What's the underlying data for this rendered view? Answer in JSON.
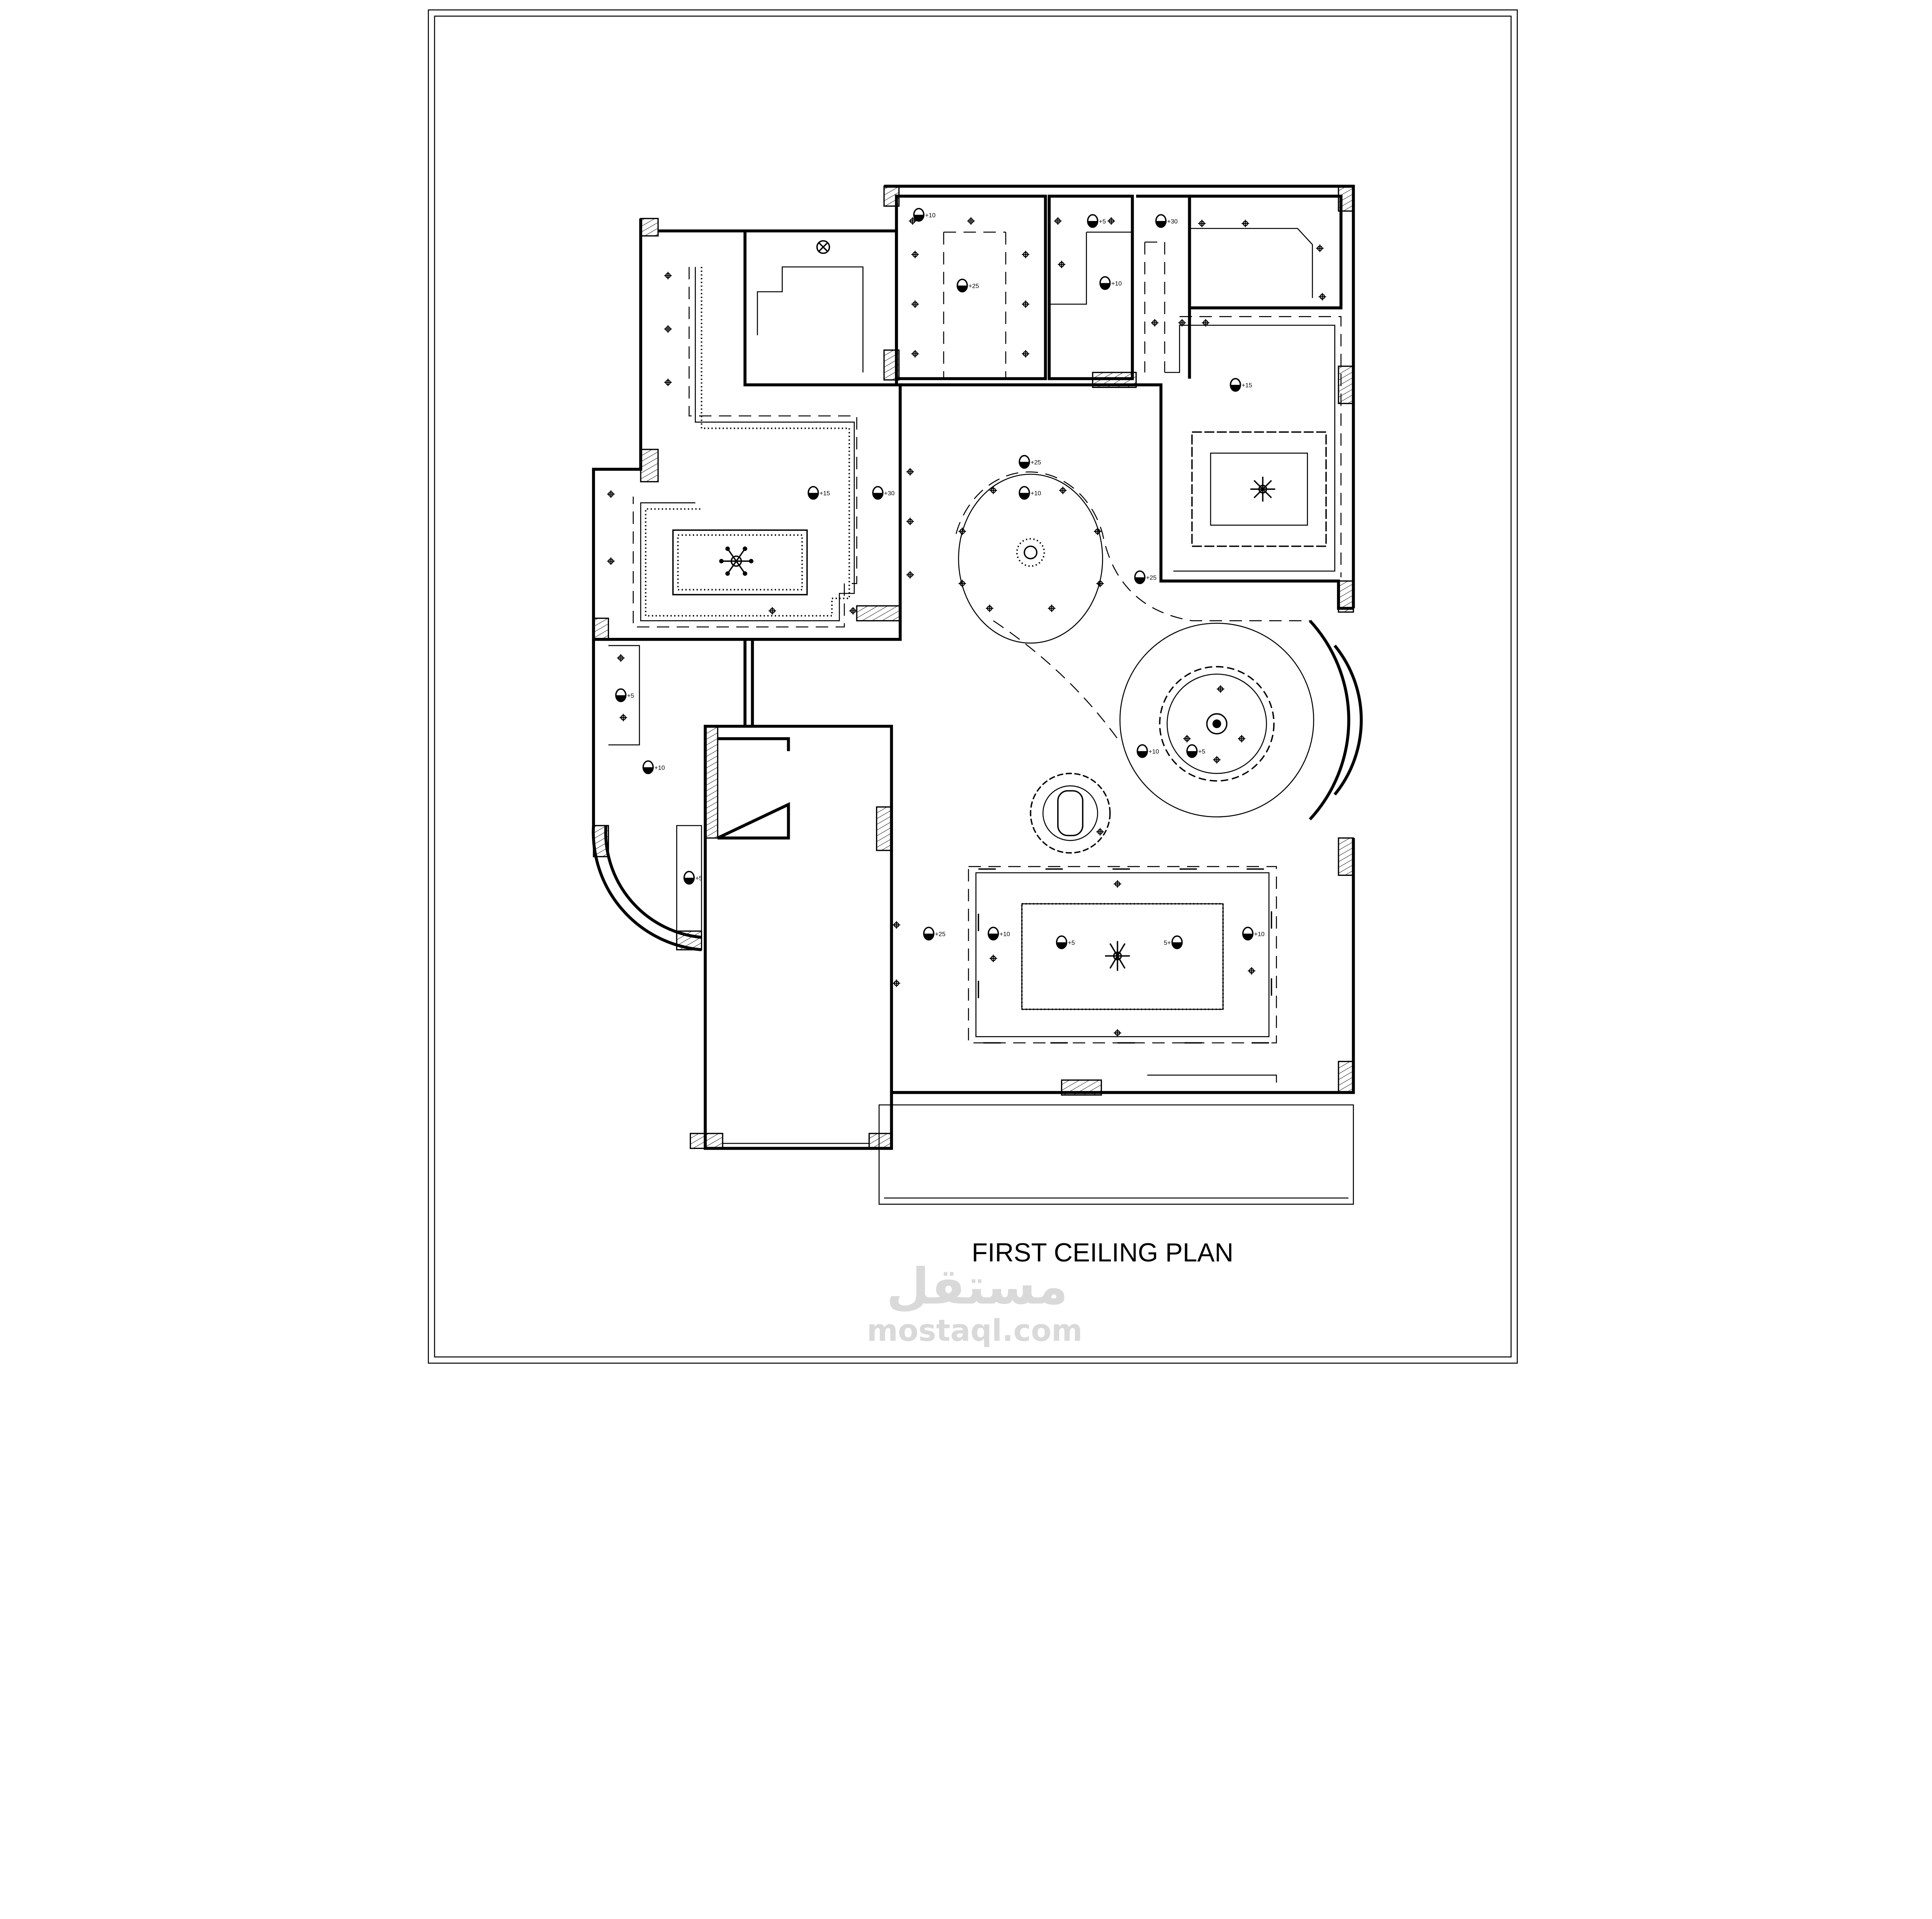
{
  "title": "FIRST CEILING PLAN",
  "watermark": {
    "arabic": "مستقل",
    "latin": "mostaql.com"
  },
  "lights": [
    {
      "label": "+10"
    },
    {
      "label": "+25"
    },
    {
      "label": "+5"
    },
    {
      "label": "+10"
    },
    {
      "label": "+30"
    },
    {
      "label": "+15"
    },
    {
      "label": "+15"
    },
    {
      "label": "+30"
    },
    {
      "label": "+25"
    },
    {
      "label": "+10"
    },
    {
      "label": "+25"
    },
    {
      "label": "+5"
    },
    {
      "label": "+10"
    },
    {
      "label": "+5"
    },
    {
      "label": "+10"
    },
    {
      "label": "+5"
    },
    {
      "label": "+25"
    },
    {
      "label": "+10"
    },
    {
      "label": "+5"
    },
    {
      "label": "5+"
    },
    {
      "label": "+10"
    }
  ],
  "colors": {
    "line": "#000000",
    "hatch": "#000000",
    "watermark": "#d9d9d9"
  }
}
